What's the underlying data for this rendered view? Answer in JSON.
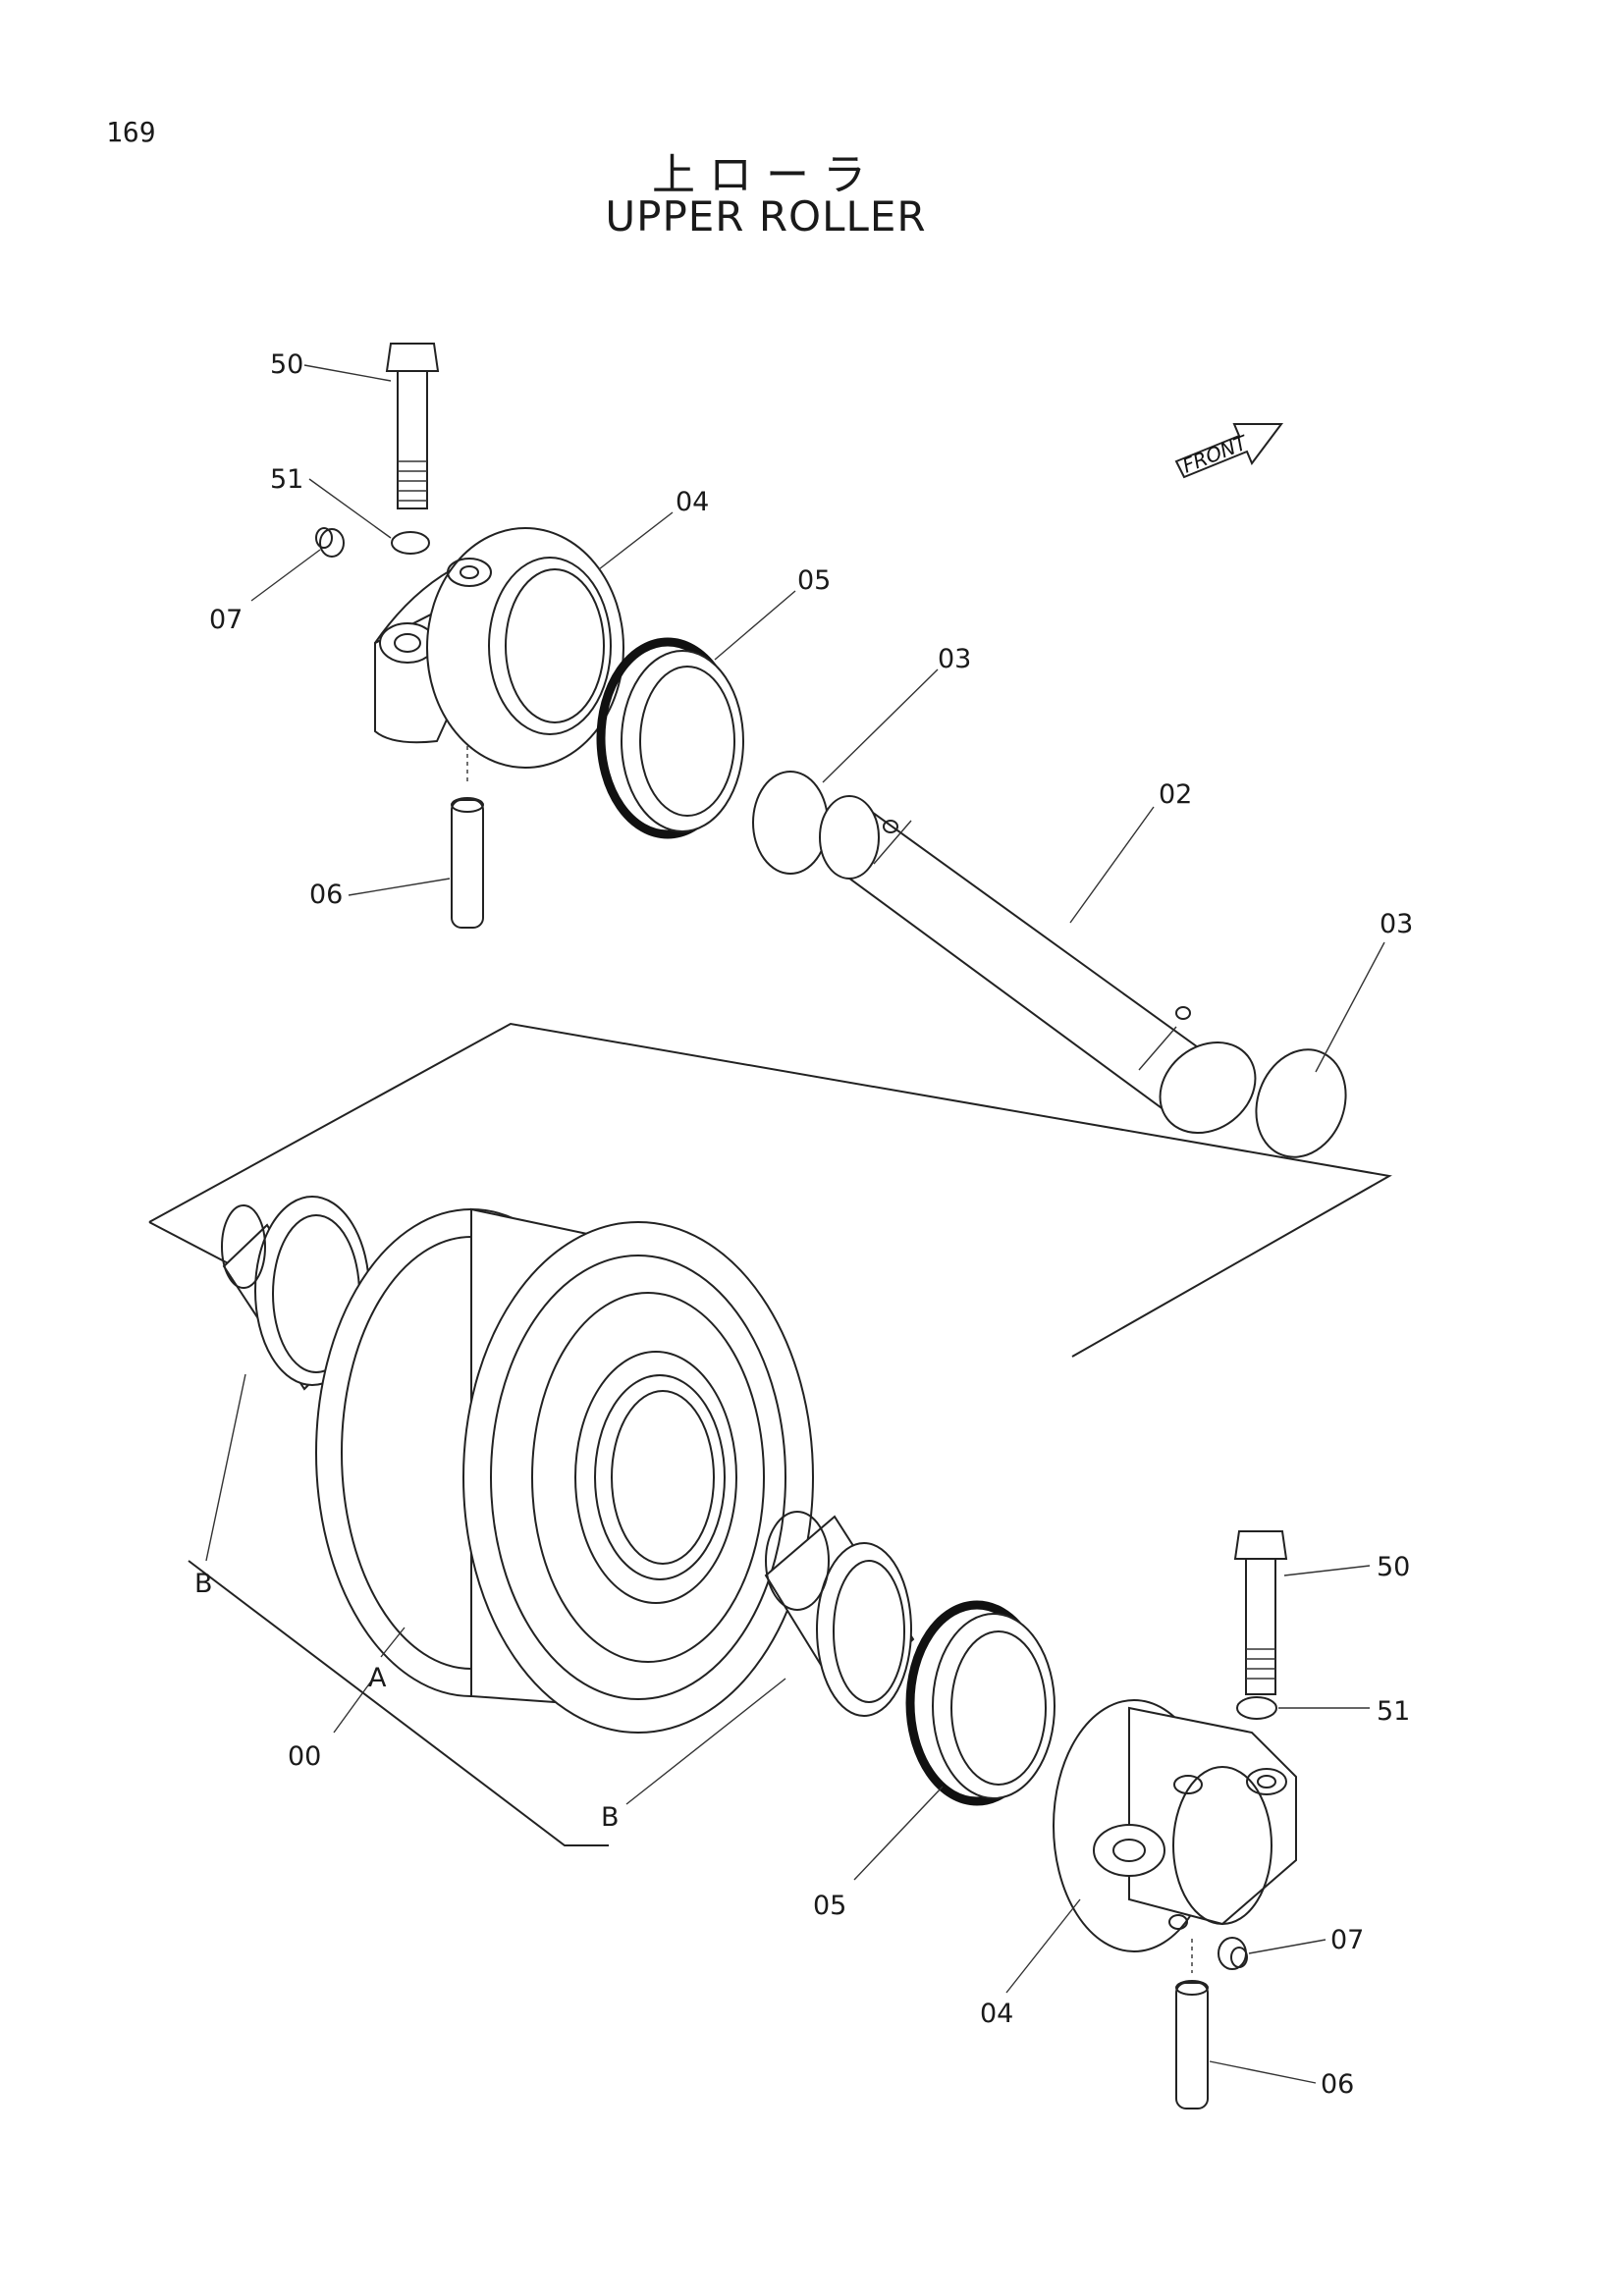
{
  "page": {
    "number": "169"
  },
  "title": {
    "japanese": "上ローラ",
    "english": "UPPER ROLLER"
  },
  "front_marker": {
    "label": "FRONT"
  },
  "callouts": [
    {
      "id": "c50a",
      "label": "50"
    },
    {
      "id": "c51a",
      "label": "51"
    },
    {
      "id": "c07a",
      "label": "07"
    },
    {
      "id": "c04a",
      "label": "04"
    },
    {
      "id": "c05a",
      "label": "05"
    },
    {
      "id": "c03a",
      "label": "03"
    },
    {
      "id": "c02",
      "label": "02"
    },
    {
      "id": "c06a",
      "label": "06"
    },
    {
      "id": "c03b",
      "label": "03"
    },
    {
      "id": "cBa",
      "label": "B"
    },
    {
      "id": "cA",
      "label": "A"
    },
    {
      "id": "c00",
      "label": "00"
    },
    {
      "id": "cBb",
      "label": "B"
    },
    {
      "id": "c05b",
      "label": "05"
    },
    {
      "id": "c04b",
      "label": "04"
    },
    {
      "id": "c50b",
      "label": "50"
    },
    {
      "id": "c51b",
      "label": "51"
    },
    {
      "id": "c07b",
      "label": "07"
    },
    {
      "id": "c06b",
      "label": "06"
    }
  ]
}
